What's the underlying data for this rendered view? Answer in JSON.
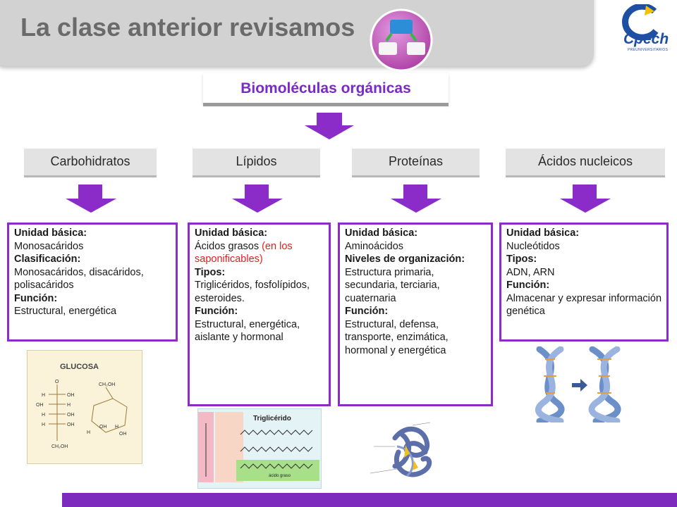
{
  "header": {
    "title": "La clase anterior revisamos"
  },
  "logo": {
    "name": "Cpech",
    "subtitle": "PREUNIVERSITARIOS"
  },
  "main": {
    "label": "Biomoléculas orgánicas"
  },
  "categories": [
    {
      "label": "Carbohidratos"
    },
    {
      "label": "Lípidos"
    },
    {
      "label": "Proteínas"
    },
    {
      "label": "Ácidos nucleicos"
    }
  ],
  "cards": {
    "carbohidratos": {
      "h1": "Unidad básica:",
      "v1": "Monosacáridos",
      "h2": "Clasificación:",
      "v2": "Monosacáridos, disacáridos, polisacáridos",
      "h3": "Función:",
      "v3": "Estructural, energética"
    },
    "lipidos": {
      "h1": "Unidad básica:",
      "v1a": "Ácidos grasos",
      "v1b": " (en los saponificables)",
      "h2": "Tipos:",
      "v2": "Triglicéridos, fosfolípidos, esteroides.",
      "h3": "Función:",
      "v3": "Estructural, energética, aislante y hormonal"
    },
    "proteinas": {
      "h1": "Unidad básica:",
      "v1": "Aminoácidos",
      "h2": "Niveles de organización:",
      "v2": "Estructura primaria, secundaria, terciaria, cuaternaria",
      "h3": "Función:",
      "v3": "Estructural, defensa, transporte, enzimática, hormonal y energética"
    },
    "nucleicos": {
      "h1": "Unidad básica:",
      "v1": "Nucleótidos",
      "h2": "Tipos:",
      "v2": "ADN, ARN",
      "h3": "Función:",
      "v3": "Almacenar y expresar información genética"
    }
  },
  "images": {
    "glucosa_title": "GLUCOSA",
    "trigliceride_title": "Triglicérido",
    "trigliceride_sub": "ácido graso"
  },
  "colors": {
    "accent": "#8b2bc8",
    "bar": "#7d2bbd",
    "title": "#6a6a6a",
    "brand": "#1f4fa3"
  }
}
